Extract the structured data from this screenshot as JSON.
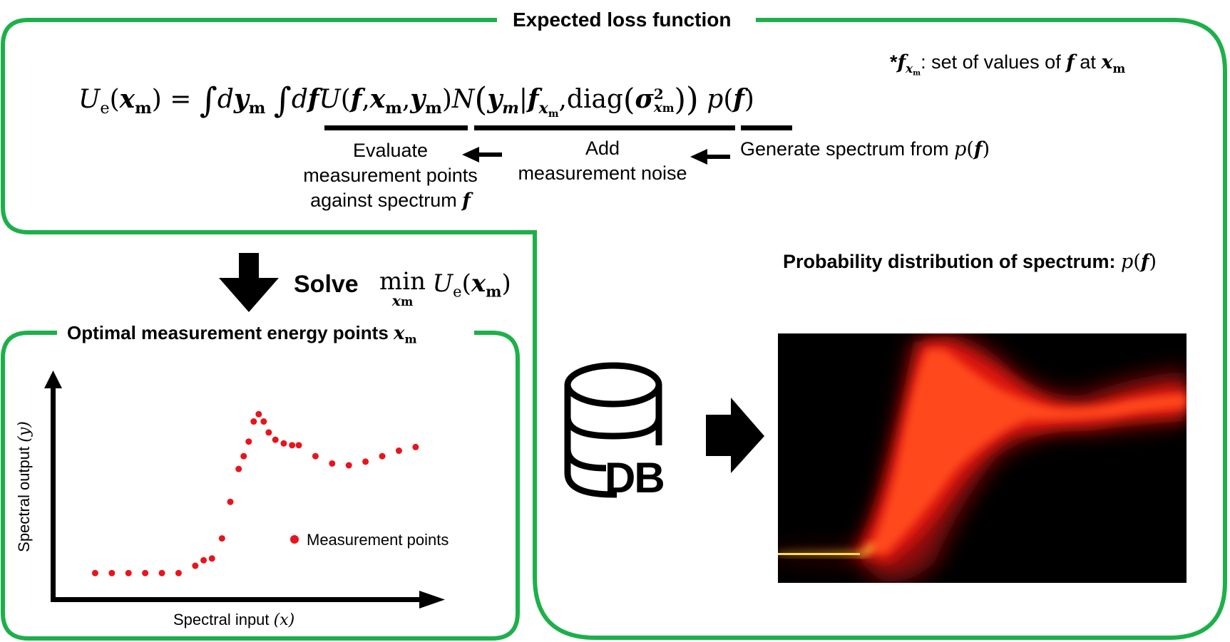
{
  "colors": {
    "frame": "#1db04a",
    "point": "#e8141c",
    "arrow": "#000000"
  },
  "loss_box": {
    "title": "Expected loss function",
    "equation": {
      "lhs": "U",
      "lhs_sub": "e",
      "lhs_arg": "x",
      "lhs_arg_sub": "m",
      "equals": "=",
      "integral": "∫",
      "d": "d",
      "y": "y",
      "y_sub": "m",
      "f": "f",
      "U": "U",
      "N": "N",
      "bar": "|",
      "fx": "f",
      "fx_sub": "x",
      "fx_subsub": "m",
      "diag": "diag",
      "sigma": "σ",
      "sigma_sup": "2",
      "sigma_sub": "x",
      "sigma_subsub": "m",
      "p": "p",
      "comma": ",",
      "lparen": "(",
      "rparen": ")"
    },
    "note": {
      "star": "*",
      "f": "f",
      "sub": "x",
      "subsub": "m",
      "text": ": set of values of ",
      "f2": "f",
      "at": " at ",
      "x": "x",
      "x_sub": "m"
    },
    "labels": {
      "evaluate": [
        "Evaluate",
        "measurement points",
        "against spectrum "
      ],
      "evaluate_f": "f",
      "add": [
        "Add",
        "measurement noise"
      ],
      "generate": "Generate spectrum from ",
      "generate_p": "p",
      "generate_f": "f"
    }
  },
  "solve": {
    "label": "Solve",
    "min": "min",
    "min_sub": "x",
    "min_subsub": "m",
    "U": "U",
    "U_sub": "e",
    "x": "x",
    "x_sub": "m"
  },
  "optimal_box": {
    "title": "Optimal measurement energy points ",
    "title_var": "x",
    "title_var_sub": "m",
    "x_axis_label": "Spectral input ",
    "x_axis_var": "(x)",
    "y_axis_label": "Spectral output ",
    "y_axis_var": "(y)",
    "legend": "Measurement points"
  },
  "distribution": {
    "title": "Probability distribution of spectrum: ",
    "title_p": "p",
    "title_f": "f",
    "db_label": "DB"
  },
  "chart_data": {
    "type": "scatter",
    "title": "",
    "xlabel": "Spectral input (x)",
    "ylabel": "Spectral output (y)",
    "xlim": [
      0,
      22
    ],
    "ylim": [
      0,
      1.1
    ],
    "grid": false,
    "legend": "middle-right",
    "series": [
      {
        "name": "Measurement points",
        "points": [
          [
            1,
            0.03
          ],
          [
            2,
            0.03
          ],
          [
            3,
            0.03
          ],
          [
            4,
            0.03
          ],
          [
            5,
            0.03
          ],
          [
            6,
            0.03
          ],
          [
            7,
            0.07
          ],
          [
            7.5,
            0.1
          ],
          [
            8,
            0.11
          ],
          [
            8.6,
            0.22
          ],
          [
            9.1,
            0.42
          ],
          [
            9.6,
            0.6
          ],
          [
            9.9,
            0.67
          ],
          [
            10.2,
            0.75
          ],
          [
            10.5,
            0.86
          ],
          [
            10.8,
            0.9
          ],
          [
            11.1,
            0.86
          ],
          [
            11.4,
            0.8
          ],
          [
            11.8,
            0.76
          ],
          [
            12.3,
            0.74
          ],
          [
            12.8,
            0.73
          ],
          [
            13.2,
            0.73
          ],
          [
            14.2,
            0.67
          ],
          [
            15.2,
            0.63
          ],
          [
            16.2,
            0.62
          ],
          [
            17.2,
            0.64
          ],
          [
            18.2,
            0.67
          ],
          [
            19.2,
            0.7
          ],
          [
            20.2,
            0.72
          ]
        ]
      }
    ]
  }
}
